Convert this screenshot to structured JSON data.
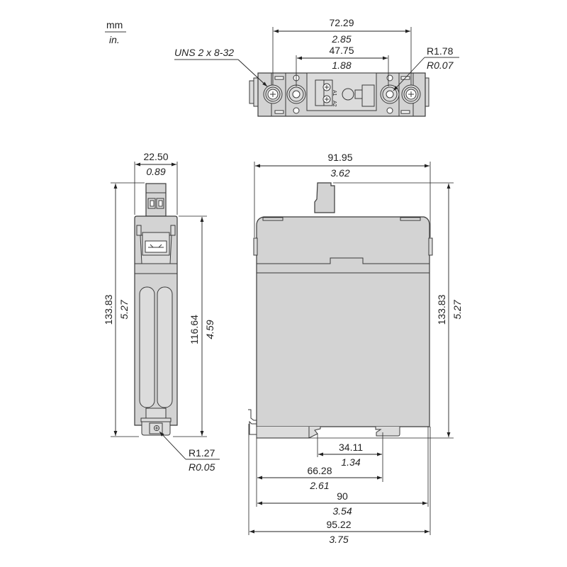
{
  "units": {
    "primary": "mm",
    "secondary": "in."
  },
  "colors": {
    "body_fill": "#d3d3d3",
    "line": "#3a3a3a",
    "background": "#ffffff"
  },
  "top_view": {
    "screw_callout": "UNS 2 x 8-32",
    "terminal_labels": [
      "A1",
      "A2"
    ],
    "dims": {
      "overall_mount": {
        "mm": "72.29",
        "in": "2.85"
      },
      "inner_mount": {
        "mm": "47.75",
        "in": "1.88"
      },
      "radius": {
        "mm": "R1.78",
        "in": "R0.07"
      }
    }
  },
  "side_view": {
    "dims": {
      "width": {
        "mm": "22.50",
        "in": "0.89"
      },
      "total_height": {
        "mm": "133.83",
        "in": "5.27"
      },
      "body_height": {
        "mm": "116.64",
        "in": "4.59"
      },
      "radius": {
        "mm": "R1.27",
        "in": "R0.05"
      }
    }
  },
  "front_view": {
    "dims": {
      "depth": {
        "mm": "91.95",
        "in": "3.62"
      },
      "height": {
        "mm": "133.83",
        "in": "5.27"
      },
      "rail_slot": {
        "mm": "34.11",
        "in": "1.34"
      },
      "rail_to_edge": {
        "mm": "66.28",
        "in": "2.61"
      },
      "body_depth": {
        "mm": "90",
        "in": "3.54"
      },
      "overall_depth": {
        "mm": "95.22",
        "in": "3.75"
      }
    }
  }
}
